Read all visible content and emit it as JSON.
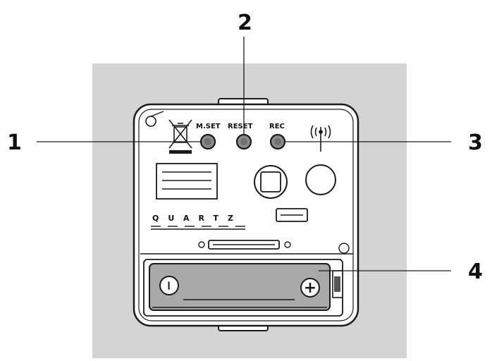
{
  "callouts": {
    "c1": "1",
    "c2": "2",
    "c3": "3",
    "c4": "4"
  },
  "buttons": {
    "mset": "M.SET",
    "reset": "RESET",
    "rec": "REC"
  },
  "brand": "QUARTZ",
  "battery": {
    "minus_symbol": "−",
    "plus_symbol": "+"
  },
  "icons": [
    "weee-crossed-bin-icon",
    "radio-signal-icon"
  ],
  "colors": {
    "background_panel": "#d4d4d4",
    "housing": "#ffffff",
    "battery_fill": "#a9a9a9",
    "stroke": "#1a1a1a",
    "button_fill": "#8a8a8a"
  }
}
